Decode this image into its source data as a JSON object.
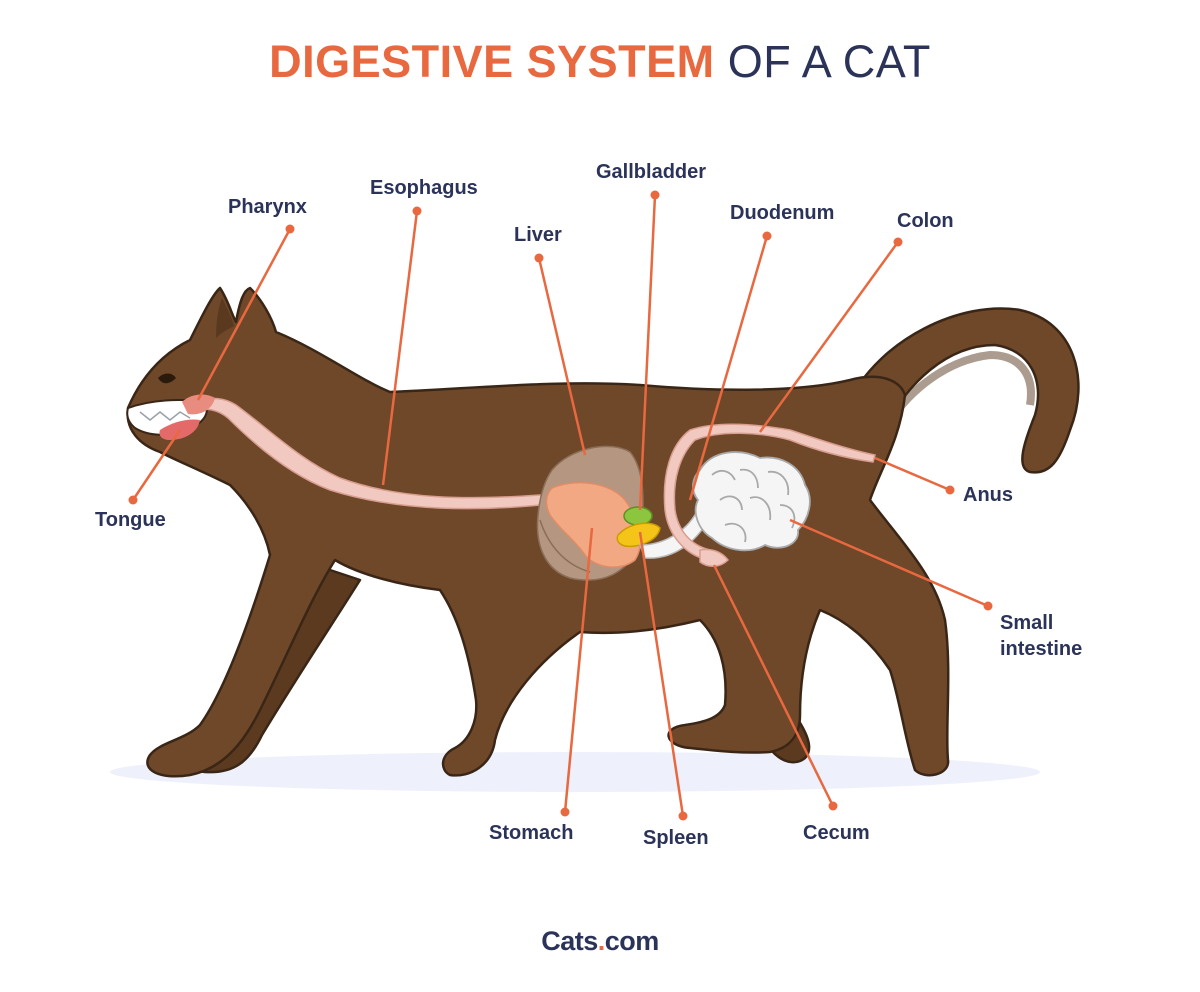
{
  "title": {
    "part1": "DIGESTIVE SYSTEM",
    "part2": "OF A CAT"
  },
  "labels": {
    "pharynx": "Pharynx",
    "esophagus": "Esophagus",
    "liver": "Liver",
    "gallbladder": "Gallbladder",
    "duodenum": "Duodenum",
    "colon": "Colon",
    "tongue": "Tongue",
    "anus": "Anus",
    "small_intestine_1": "Small",
    "small_intestine_2": "intestine",
    "stomach": "Stomach",
    "spleen": "Spleen",
    "cecum": "Cecum"
  },
  "logo": {
    "name": "Cats",
    "dot": ".",
    "tld": "com"
  },
  "colors": {
    "accent": "#e8683f",
    "dark_text": "#2c3359",
    "cat_body": "#6f4829",
    "cat_outline": "#3a2616",
    "tract": "#f2c9c0",
    "stomach": "#f2a882",
    "liver": "#b59680",
    "gallbladder": "#8cc63e",
    "spleen": "#f4c518",
    "intestine": "#f5f5f5",
    "shadow": "#eef0fb"
  },
  "icons": [
    "leader-dot-icon"
  ]
}
